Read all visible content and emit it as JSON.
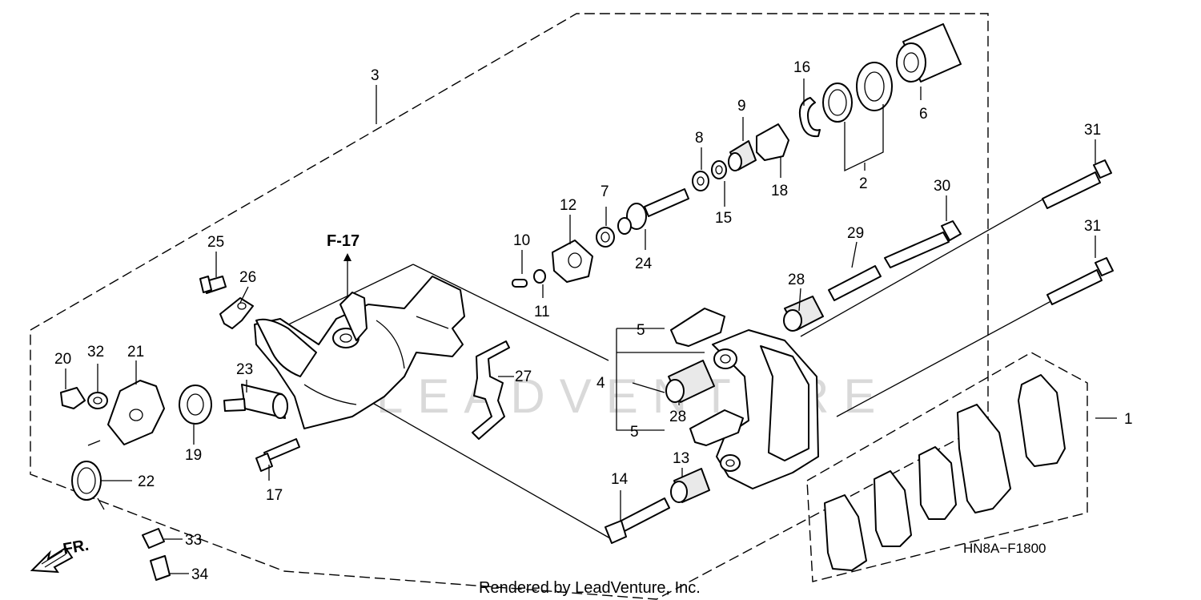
{
  "diagram": {
    "reference_label": "F-17",
    "front_label": "FR.",
    "code": "HN8A−F1800",
    "credit": "Rendered by LeadVenture, Inc.",
    "watermark": "LEADVENTURE",
    "callouts": [
      {
        "id": "c1",
        "text": "1"
      },
      {
        "id": "c2",
        "text": "2"
      },
      {
        "id": "c3",
        "text": "3"
      },
      {
        "id": "c4",
        "text": "4"
      },
      {
        "id": "c5a",
        "text": "5"
      },
      {
        "id": "c5b",
        "text": "5"
      },
      {
        "id": "c6",
        "text": "6"
      },
      {
        "id": "c7",
        "text": "7"
      },
      {
        "id": "c8",
        "text": "8"
      },
      {
        "id": "c9",
        "text": "9"
      },
      {
        "id": "c10",
        "text": "10"
      },
      {
        "id": "c11",
        "text": "11"
      },
      {
        "id": "c12",
        "text": "12"
      },
      {
        "id": "c13",
        "text": "13"
      },
      {
        "id": "c14",
        "text": "14"
      },
      {
        "id": "c15",
        "text": "15"
      },
      {
        "id": "c16",
        "text": "16"
      },
      {
        "id": "c17",
        "text": "17"
      },
      {
        "id": "c18",
        "text": "18"
      },
      {
        "id": "c19",
        "text": "19"
      },
      {
        "id": "c20",
        "text": "20"
      },
      {
        "id": "c21",
        "text": "21"
      },
      {
        "id": "c22",
        "text": "22"
      },
      {
        "id": "c23",
        "text": "23"
      },
      {
        "id": "c24",
        "text": "24"
      },
      {
        "id": "c25",
        "text": "25"
      },
      {
        "id": "c26",
        "text": "26"
      },
      {
        "id": "c27",
        "text": "27"
      },
      {
        "id": "c28a",
        "text": "28"
      },
      {
        "id": "c28b",
        "text": "28"
      },
      {
        "id": "c29",
        "text": "29"
      },
      {
        "id": "c30",
        "text": "30"
      },
      {
        "id": "c31a",
        "text": "31"
      },
      {
        "id": "c31b",
        "text": "31"
      },
      {
        "id": "c32",
        "text": "32"
      },
      {
        "id": "c33",
        "text": "33"
      },
      {
        "id": "c34",
        "text": "34"
      }
    ]
  }
}
